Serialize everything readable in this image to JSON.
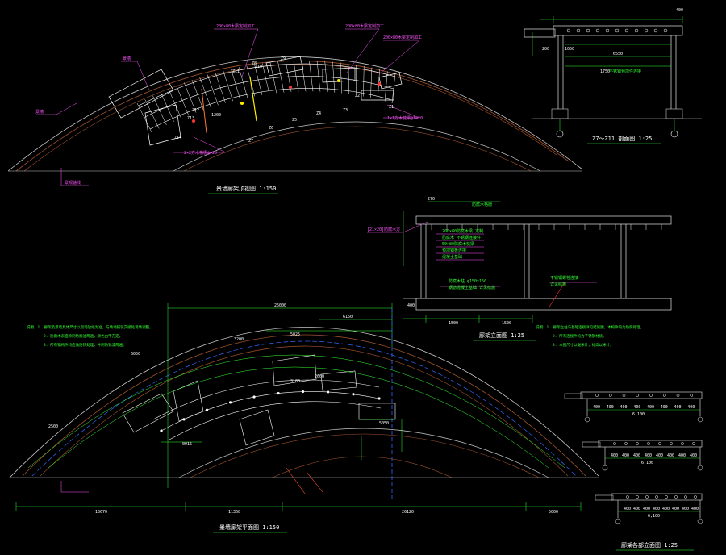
{
  "titles": {
    "top_plan": "景墙廊架顶视图  1:150",
    "section": "Z7～Z11 剖面图  1:25",
    "front_elev": "廊架立面图  1:25",
    "bottom_plan": "景墙廊架平面图  1:150",
    "small_elev": "廊架各部立面图  1:25"
  },
  "top_plan_labels": {
    "z_labels": [
      "Z1",
      "Z2",
      "Z3",
      "Z4",
      "Z5",
      "Z6",
      "Z7",
      "Z8",
      "Z9",
      "Z10",
      "Z11",
      "Z12",
      "Z13",
      "Z14"
    ],
    "dim_1200": "1200",
    "note1": "200×80木梁定制加工",
    "note2": "200×80木梁定制加工",
    "note3": "200×80木梁定制加工",
    "note4": "1×1方木枕梁@1=20",
    "note5": "2×2方木格栅@=20",
    "leader1": "景墙",
    "leader2": "景墙",
    "leader3": "景观轴线"
  },
  "section_labels": {
    "top": "400",
    "d1": "200",
    "d2": "1050",
    "d3": "6550",
    "d4": "1750",
    "note": "不锈钢预埋件连接"
  },
  "elev_labels": {
    "top_dim": "270",
    "top_note": "防腐木格栅",
    "left_tag": "[21×20]防腐木方",
    "n1": "200×80防腐木梁 定制",
    "n2": "防腐木 不锈钢连接件",
    "n3": "50×80防腐木枕梁",
    "n4": "预埋钢板连接",
    "n5": "混凝土基础",
    "n6": "防腐木柱 φ150×150",
    "n7": "钢筋混凝土基础 详见结施",
    "n8": "不锈钢螺栓连接",
    "n9": "详见结施",
    "bottom1": "1500",
    "bottom2": "1500",
    "side": "400"
  },
  "notes_left": [
    "说明：1. 廊架及景墙具体尺寸以现场放线为准，与场地铺装交接处现场调整。",
    "2. 防腐木表面涂刷防腐油两遍，颜色由甲方定。",
    "3. 所有钢构件均应做防锈处理，并刷防锈漆两遍。"
  ],
  "notes_right": [
    "说明：1. 廊架立柱与基础连接详见结施图，木构件均为防腐处理。",
    "2. 所有连接件均为不锈钢材质。",
    "3. 本图尺寸以毫米计，标高以米计。"
  ],
  "bottom_dims": {
    "top_total": "25000",
    "d6150": "6150",
    "d5025": "5025",
    "d16670": "16670",
    "d11360": "11360",
    "d26120": "26120",
    "d5000": "5000",
    "d5050": "5050",
    "d3100": "3100",
    "d2600": "2600",
    "d0016": "0016",
    "d2500": "2500",
    "d3200": "3200",
    "d6050": "6050"
  },
  "small_elev_dims": {
    "row": [
      "400",
      "400",
      "400",
      "400",
      "400",
      "400",
      "400",
      "400"
    ],
    "total": "6,100"
  },
  "colors": {
    "arc_outer": "#c8c8c8",
    "arc_brown": "#a0522d",
    "wall": "#ffffff",
    "dim": "#33ff33",
    "leader": "#ff55ff",
    "axis": "#3366ff",
    "red": "#ff3333",
    "yellow": "#ffee00",
    "orange": "#ff7733"
  }
}
